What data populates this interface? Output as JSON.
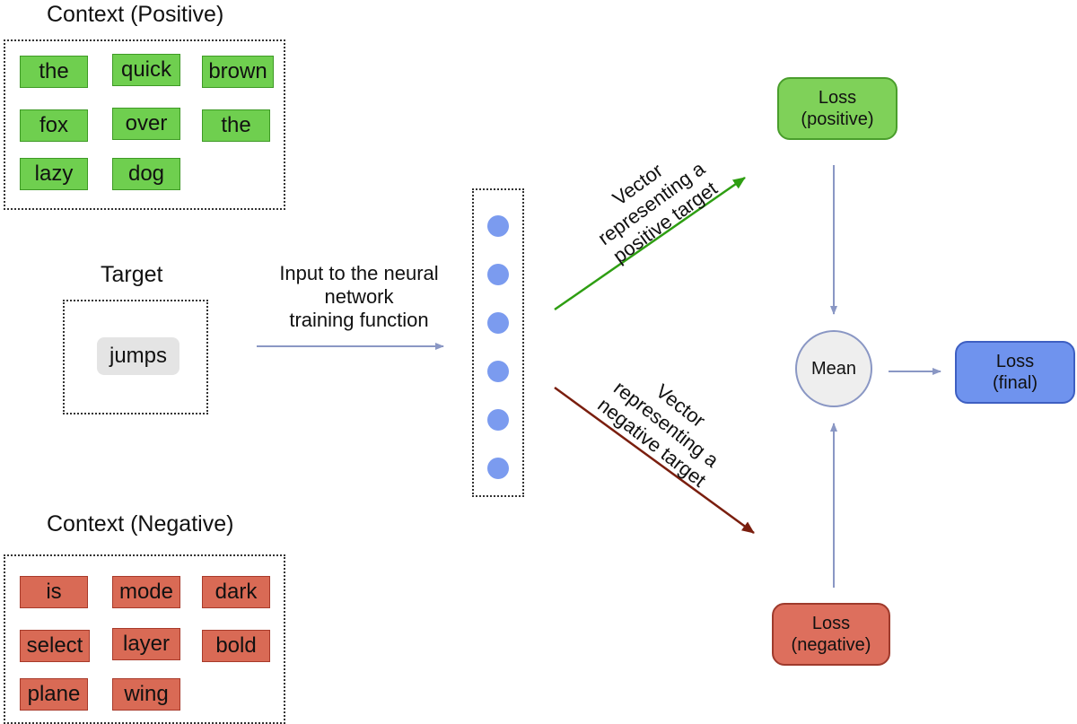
{
  "context_positive": {
    "title": "Context (Positive)",
    "words": [
      "the",
      "quick",
      "brown",
      "fox",
      "over",
      "the",
      "lazy",
      "dog"
    ]
  },
  "target": {
    "title": "Target",
    "word": "jumps"
  },
  "input_label": [
    "Input to the neural",
    "network",
    "training function"
  ],
  "context_negative": {
    "title": "Context (Negative)",
    "words": [
      "is",
      "mode",
      "dark",
      "select",
      "layer",
      "bold",
      "plane",
      "wing"
    ]
  },
  "vector_positive_label": [
    "Vector",
    "representing a",
    "positive target"
  ],
  "vector_negative_label": [
    "Vector",
    "representing a",
    "negative target"
  ],
  "loss_positive": [
    "Loss",
    "(positive)"
  ],
  "loss_negative": [
    "Loss",
    "(negative)"
  ],
  "mean": "Mean",
  "loss_final": [
    "Loss",
    "(final)"
  ],
  "colors": {
    "positive": "#6fcf4f",
    "negative": "#d96a55",
    "final": "#6f93ee",
    "node": "#7b9bef",
    "arrow_positive": "#2e9e12",
    "arrow_negative": "#7a1e0e",
    "arrow_neutral": "#8a97c4"
  }
}
